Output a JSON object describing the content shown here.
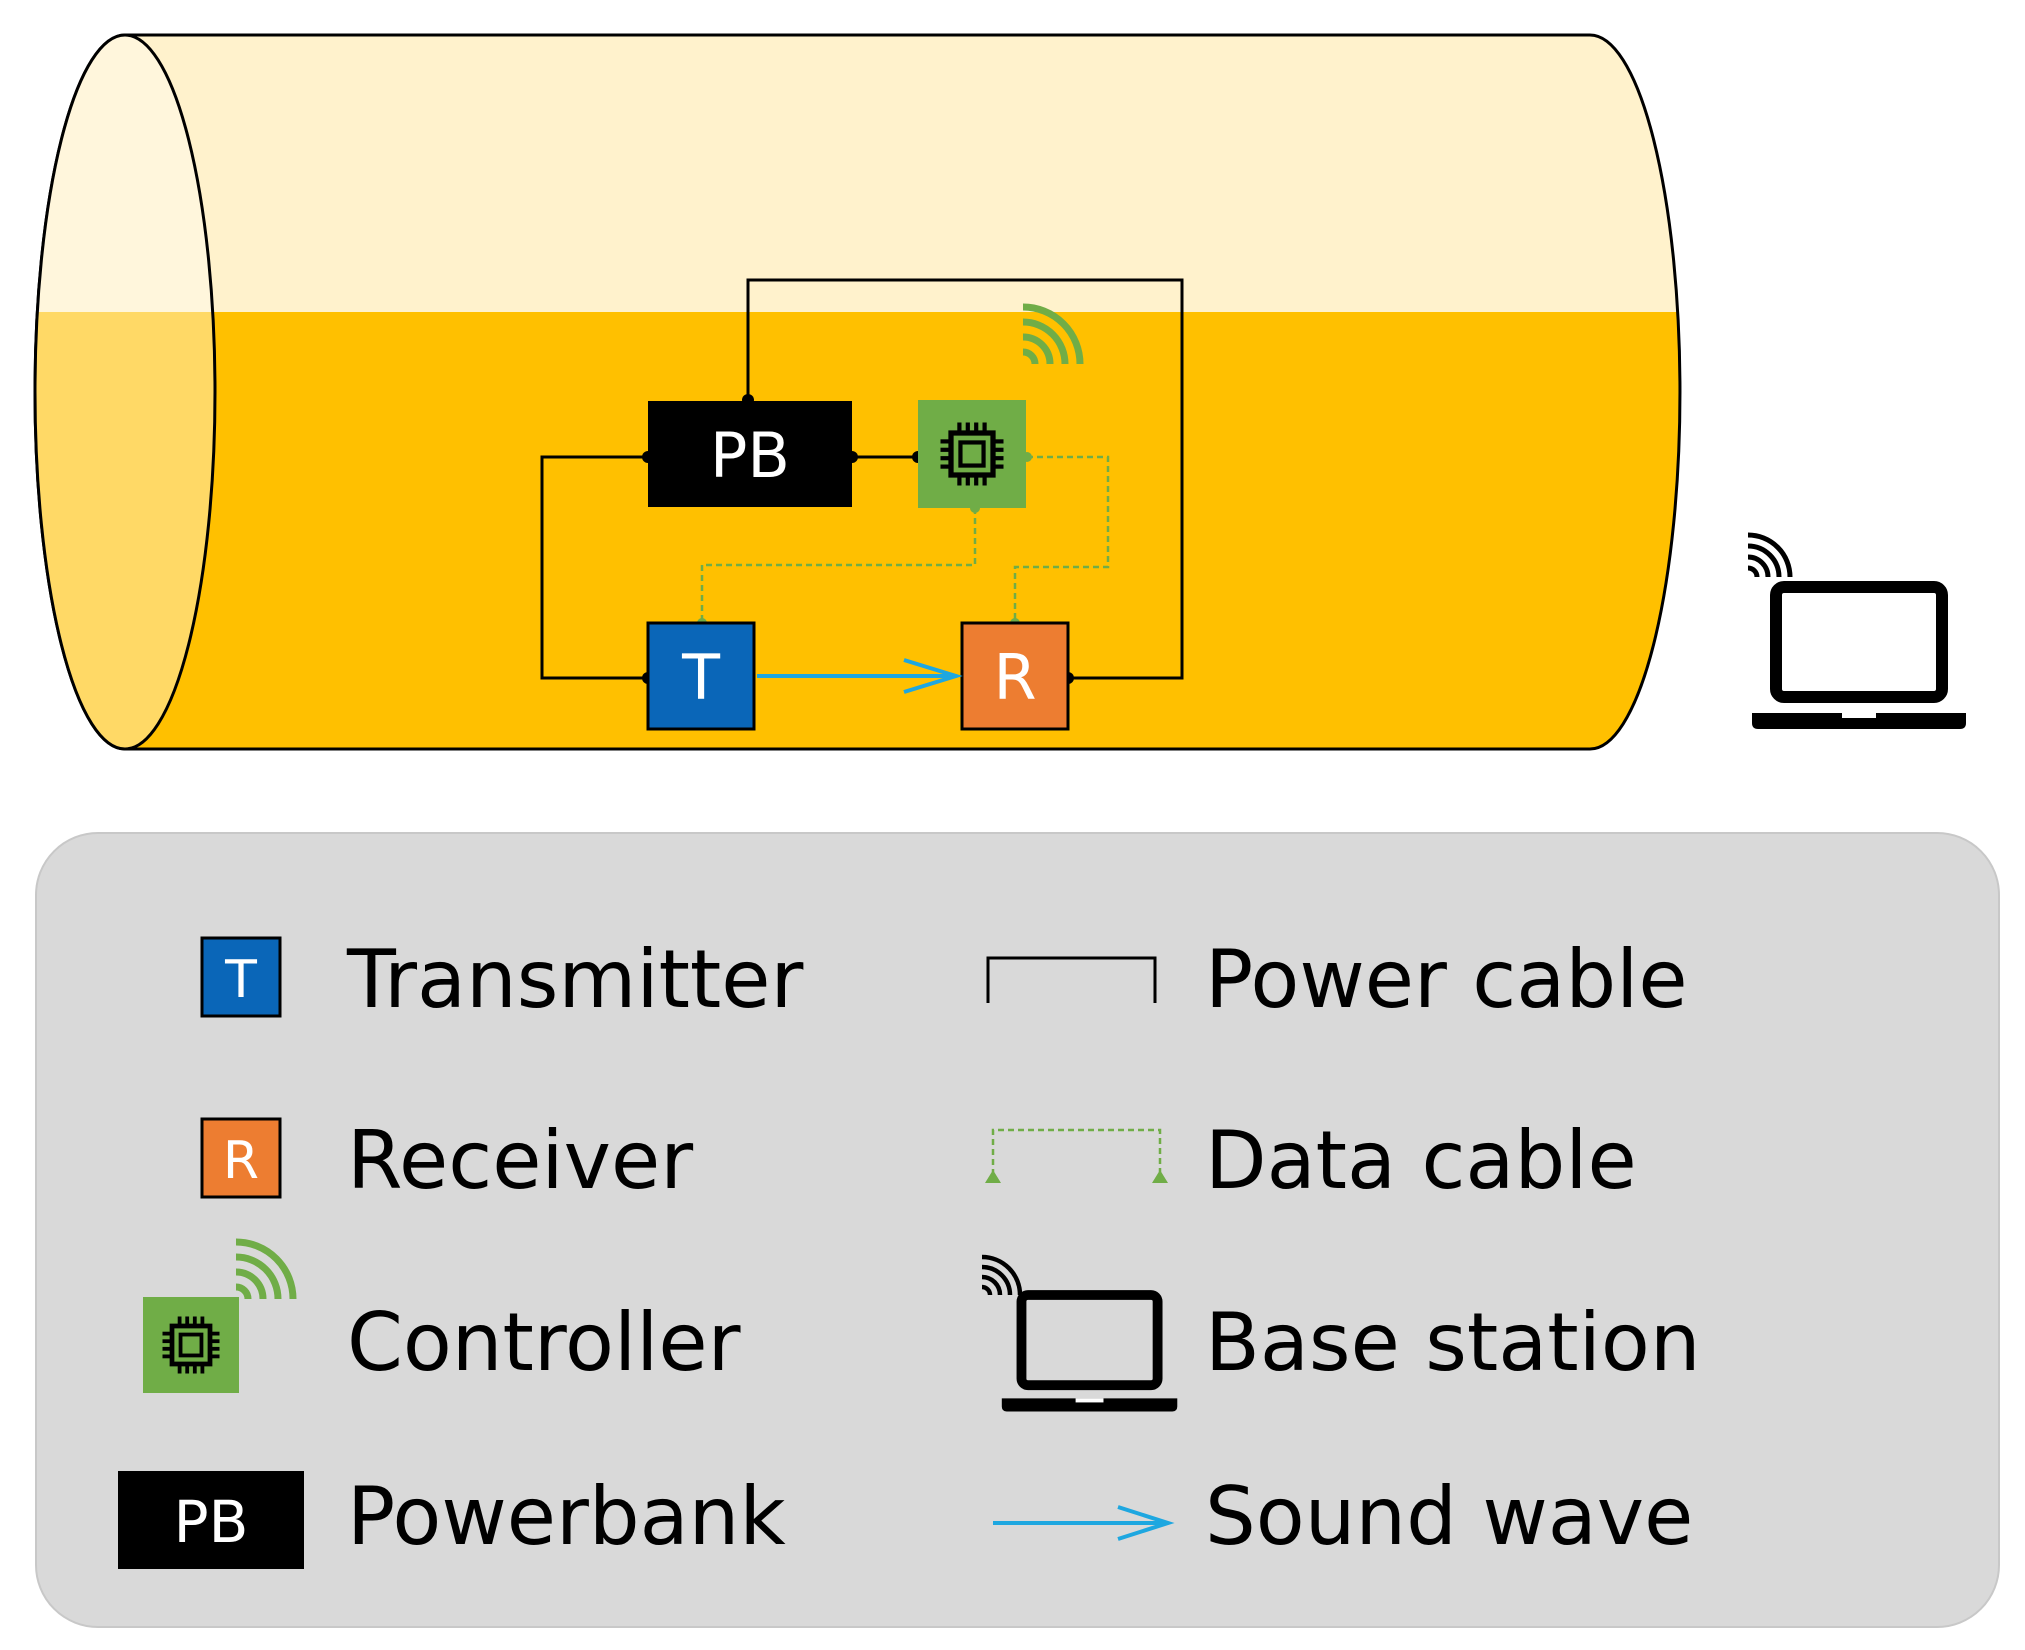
{
  "diagram": {
    "components": {
      "powerbank": {
        "label": "PB",
        "color": "#000000"
      },
      "transmitter": {
        "label": "T",
        "color": "#0a66b8"
      },
      "receiver": {
        "label": "R",
        "color": "#ed7d31"
      },
      "controller": {
        "color": "#70ad47"
      }
    },
    "tank": {
      "liquid_color": "#ffc000",
      "empty_color": "#fff2cc"
    },
    "colors": {
      "power_cable": "#000000",
      "data_cable": "#70ad47",
      "sound_wave": "#1ea7e0"
    }
  },
  "legend": {
    "items": [
      {
        "symbol": "T",
        "label": "Transmitter"
      },
      {
        "symbol": "R",
        "label": "Receiver"
      },
      {
        "symbol": "controller-icon",
        "label": "Controller"
      },
      {
        "symbol": "PB",
        "label": "Powerbank"
      },
      {
        "symbol": "power-cable",
        "label": "Power cable"
      },
      {
        "symbol": "data-cable",
        "label": "Data cable"
      },
      {
        "symbol": "laptop-icon",
        "label": "Base station"
      },
      {
        "symbol": "sound-wave-arrow",
        "label": "Sound wave"
      }
    ]
  }
}
